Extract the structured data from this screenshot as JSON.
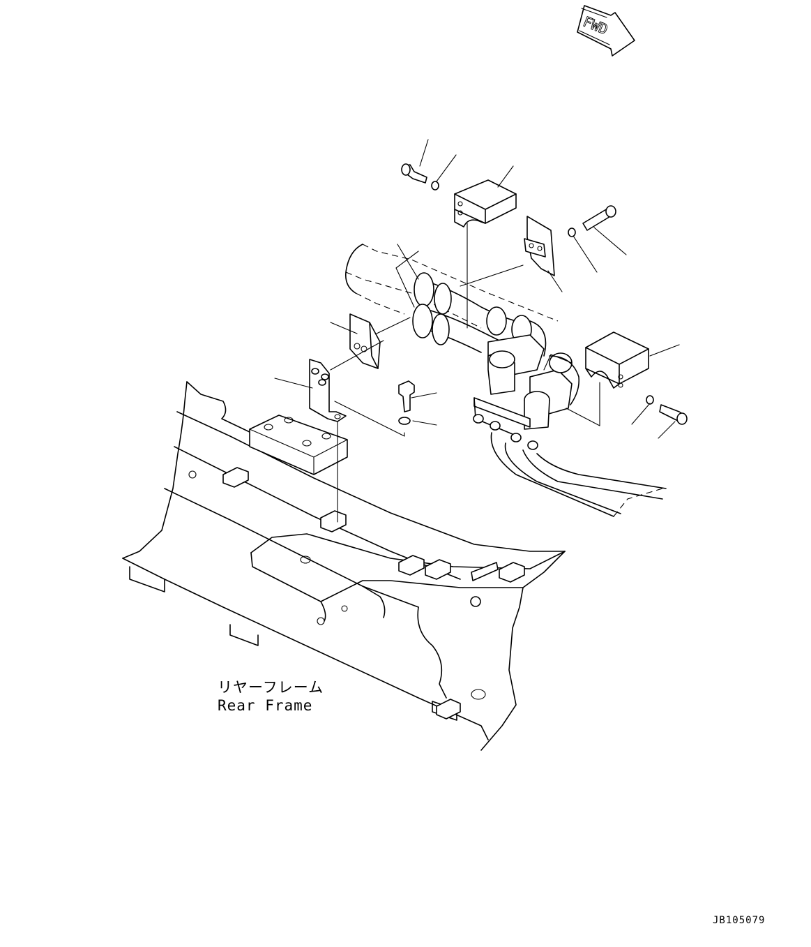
{
  "direction_indicator": {
    "text": "FWD"
  },
  "assembly_label": {
    "japanese": "リヤーフレーム",
    "english": "Rear Frame"
  },
  "drawing_code": "JB105079"
}
